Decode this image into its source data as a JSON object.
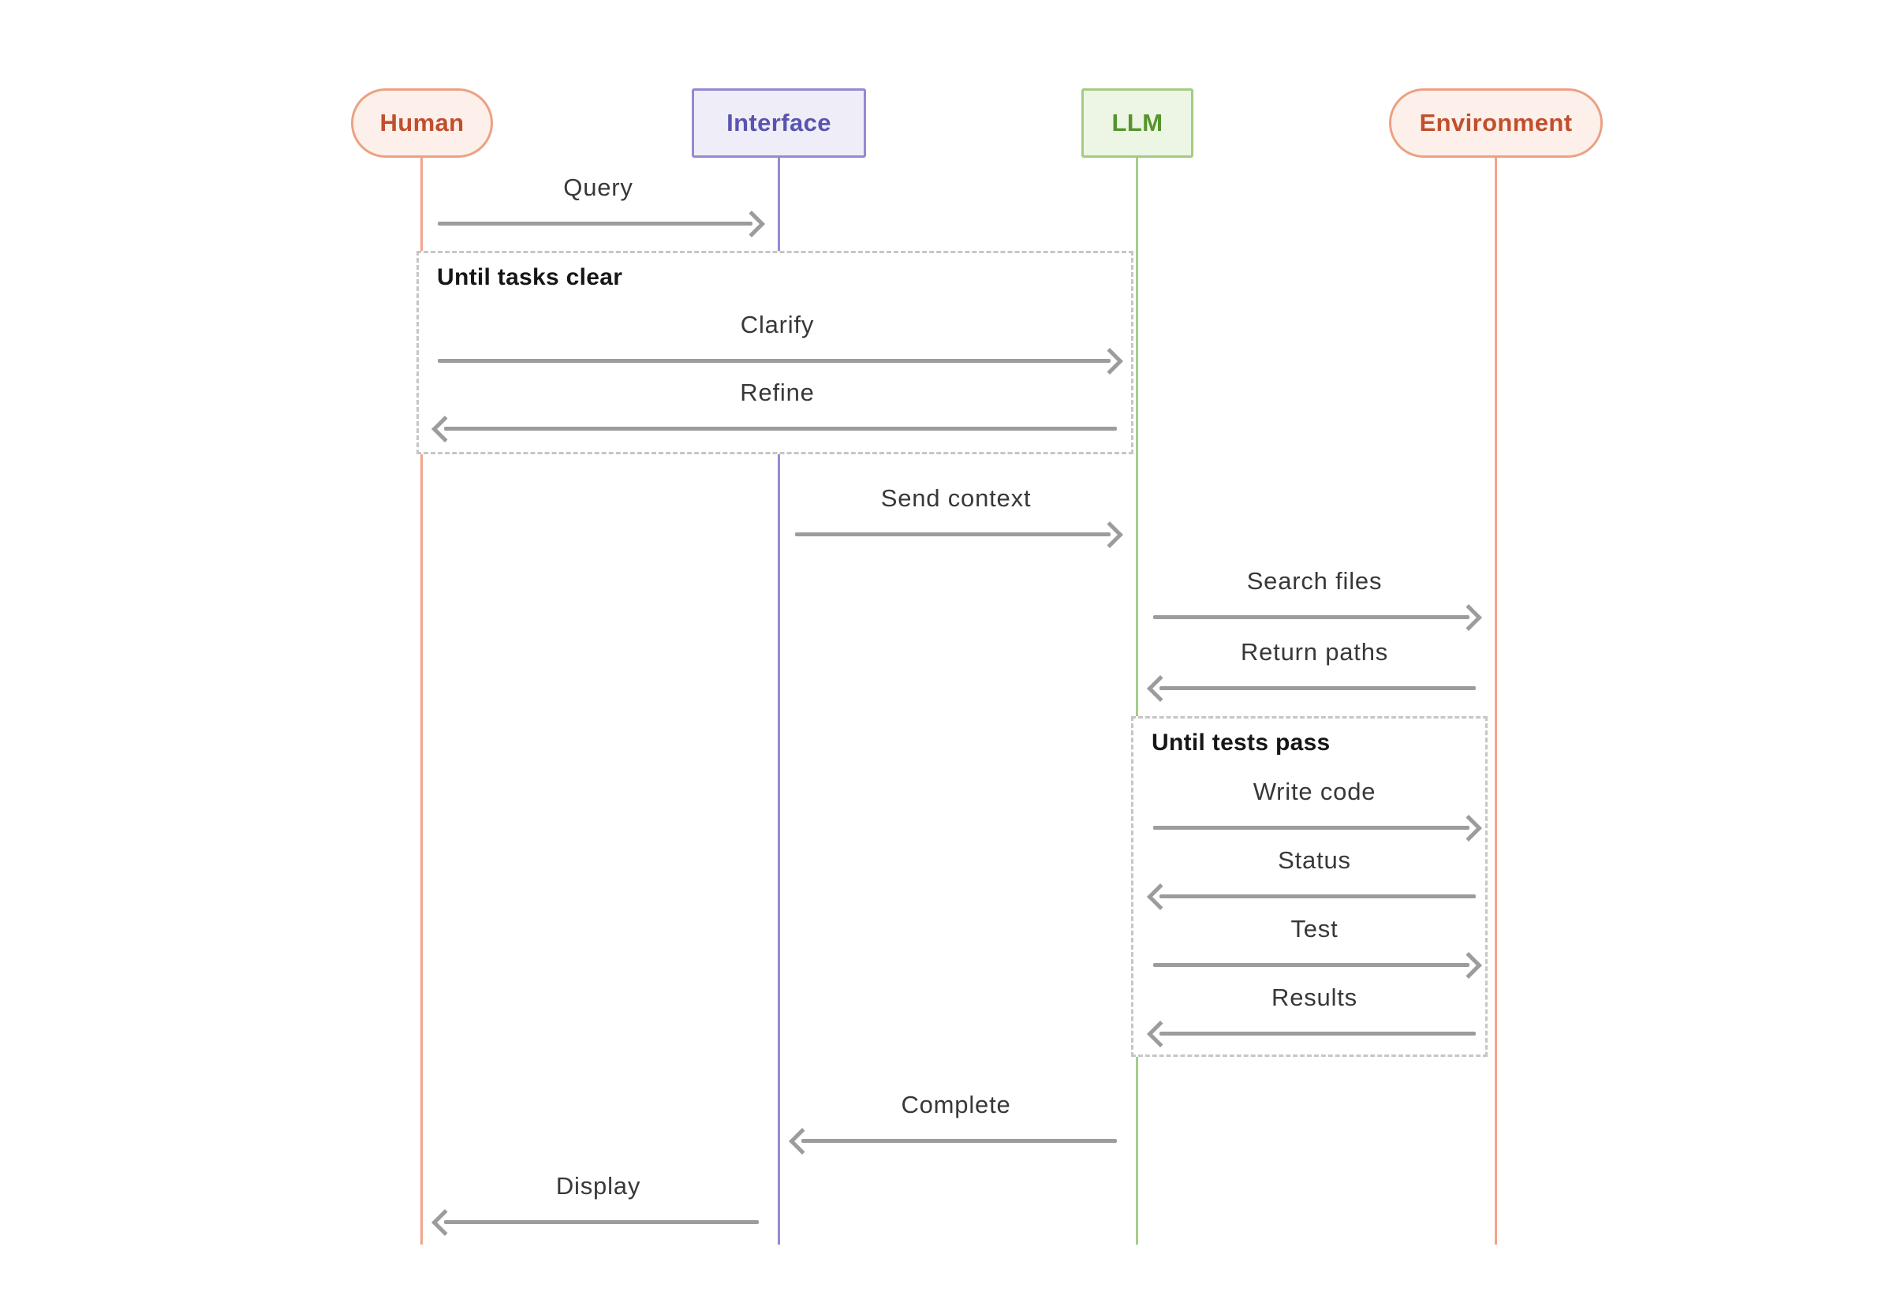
{
  "diagram": {
    "type": "sequence-diagram",
    "actors": [
      {
        "label": "Human",
        "shape": "pill",
        "fill": "#fdf0ea",
        "border": "#eba183",
        "text_color": "#c14e2d",
        "lifeline_color": "#f2a38c"
      },
      {
        "label": "Interface",
        "shape": "rect",
        "fill": "#efeef8",
        "border": "#928bd0",
        "text_color": "#5a54ae",
        "lifeline_color": "#948cd4"
      },
      {
        "label": "LLM",
        "shape": "rect",
        "fill": "#edf5e5",
        "border": "#a2cc84",
        "text_color": "#55942c",
        "lifeline_color": "#a5cd89"
      },
      {
        "label": "Environment",
        "shape": "pill",
        "fill": "#fdf0ea",
        "border": "#eba183",
        "text_color": "#c14e2d",
        "lifeline_color": "#f2a38c"
      }
    ],
    "messages": [
      {
        "label": "Query",
        "from": "Human",
        "to": "Interface",
        "direction": "right"
      },
      {
        "label": "Clarify",
        "from": "Human",
        "to": "LLM",
        "direction": "right",
        "loop": "Until tasks clear"
      },
      {
        "label": "Refine",
        "from": "LLM",
        "to": "Human",
        "direction": "left",
        "loop": "Until tasks clear"
      },
      {
        "label": "Send context",
        "from": "Interface",
        "to": "LLM",
        "direction": "right"
      },
      {
        "label": "Search files",
        "from": "LLM",
        "to": "Environment",
        "direction": "right"
      },
      {
        "label": "Return paths",
        "from": "Environment",
        "to": "LLM",
        "direction": "left"
      },
      {
        "label": "Write code",
        "from": "LLM",
        "to": "Environment",
        "direction": "right",
        "loop": "Until tests pass"
      },
      {
        "label": "Status",
        "from": "Environment",
        "to": "LLM",
        "direction": "left",
        "loop": "Until tests pass"
      },
      {
        "label": "Test",
        "from": "LLM",
        "to": "Environment",
        "direction": "right",
        "loop": "Until tests pass"
      },
      {
        "label": "Results",
        "from": "Environment",
        "to": "LLM",
        "direction": "left",
        "loop": "Until tests pass"
      },
      {
        "label": "Complete",
        "from": "LLM",
        "to": "Interface",
        "direction": "left"
      },
      {
        "label": "Display",
        "from": "Interface",
        "to": "Human",
        "direction": "left"
      }
    ],
    "loops": [
      {
        "title": "Until tasks clear",
        "messages": [
          "Clarify",
          "Refine"
        ]
      },
      {
        "title": "Until tests pass",
        "messages": [
          "Write code",
          "Status",
          "Test",
          "Results"
        ]
      }
    ],
    "colors": {
      "background": "#ffffff",
      "arrow": "#9c9c9c",
      "message_text": "#383838",
      "loop_border": "#c6c6c6",
      "loop_title_text": "#161616"
    }
  }
}
